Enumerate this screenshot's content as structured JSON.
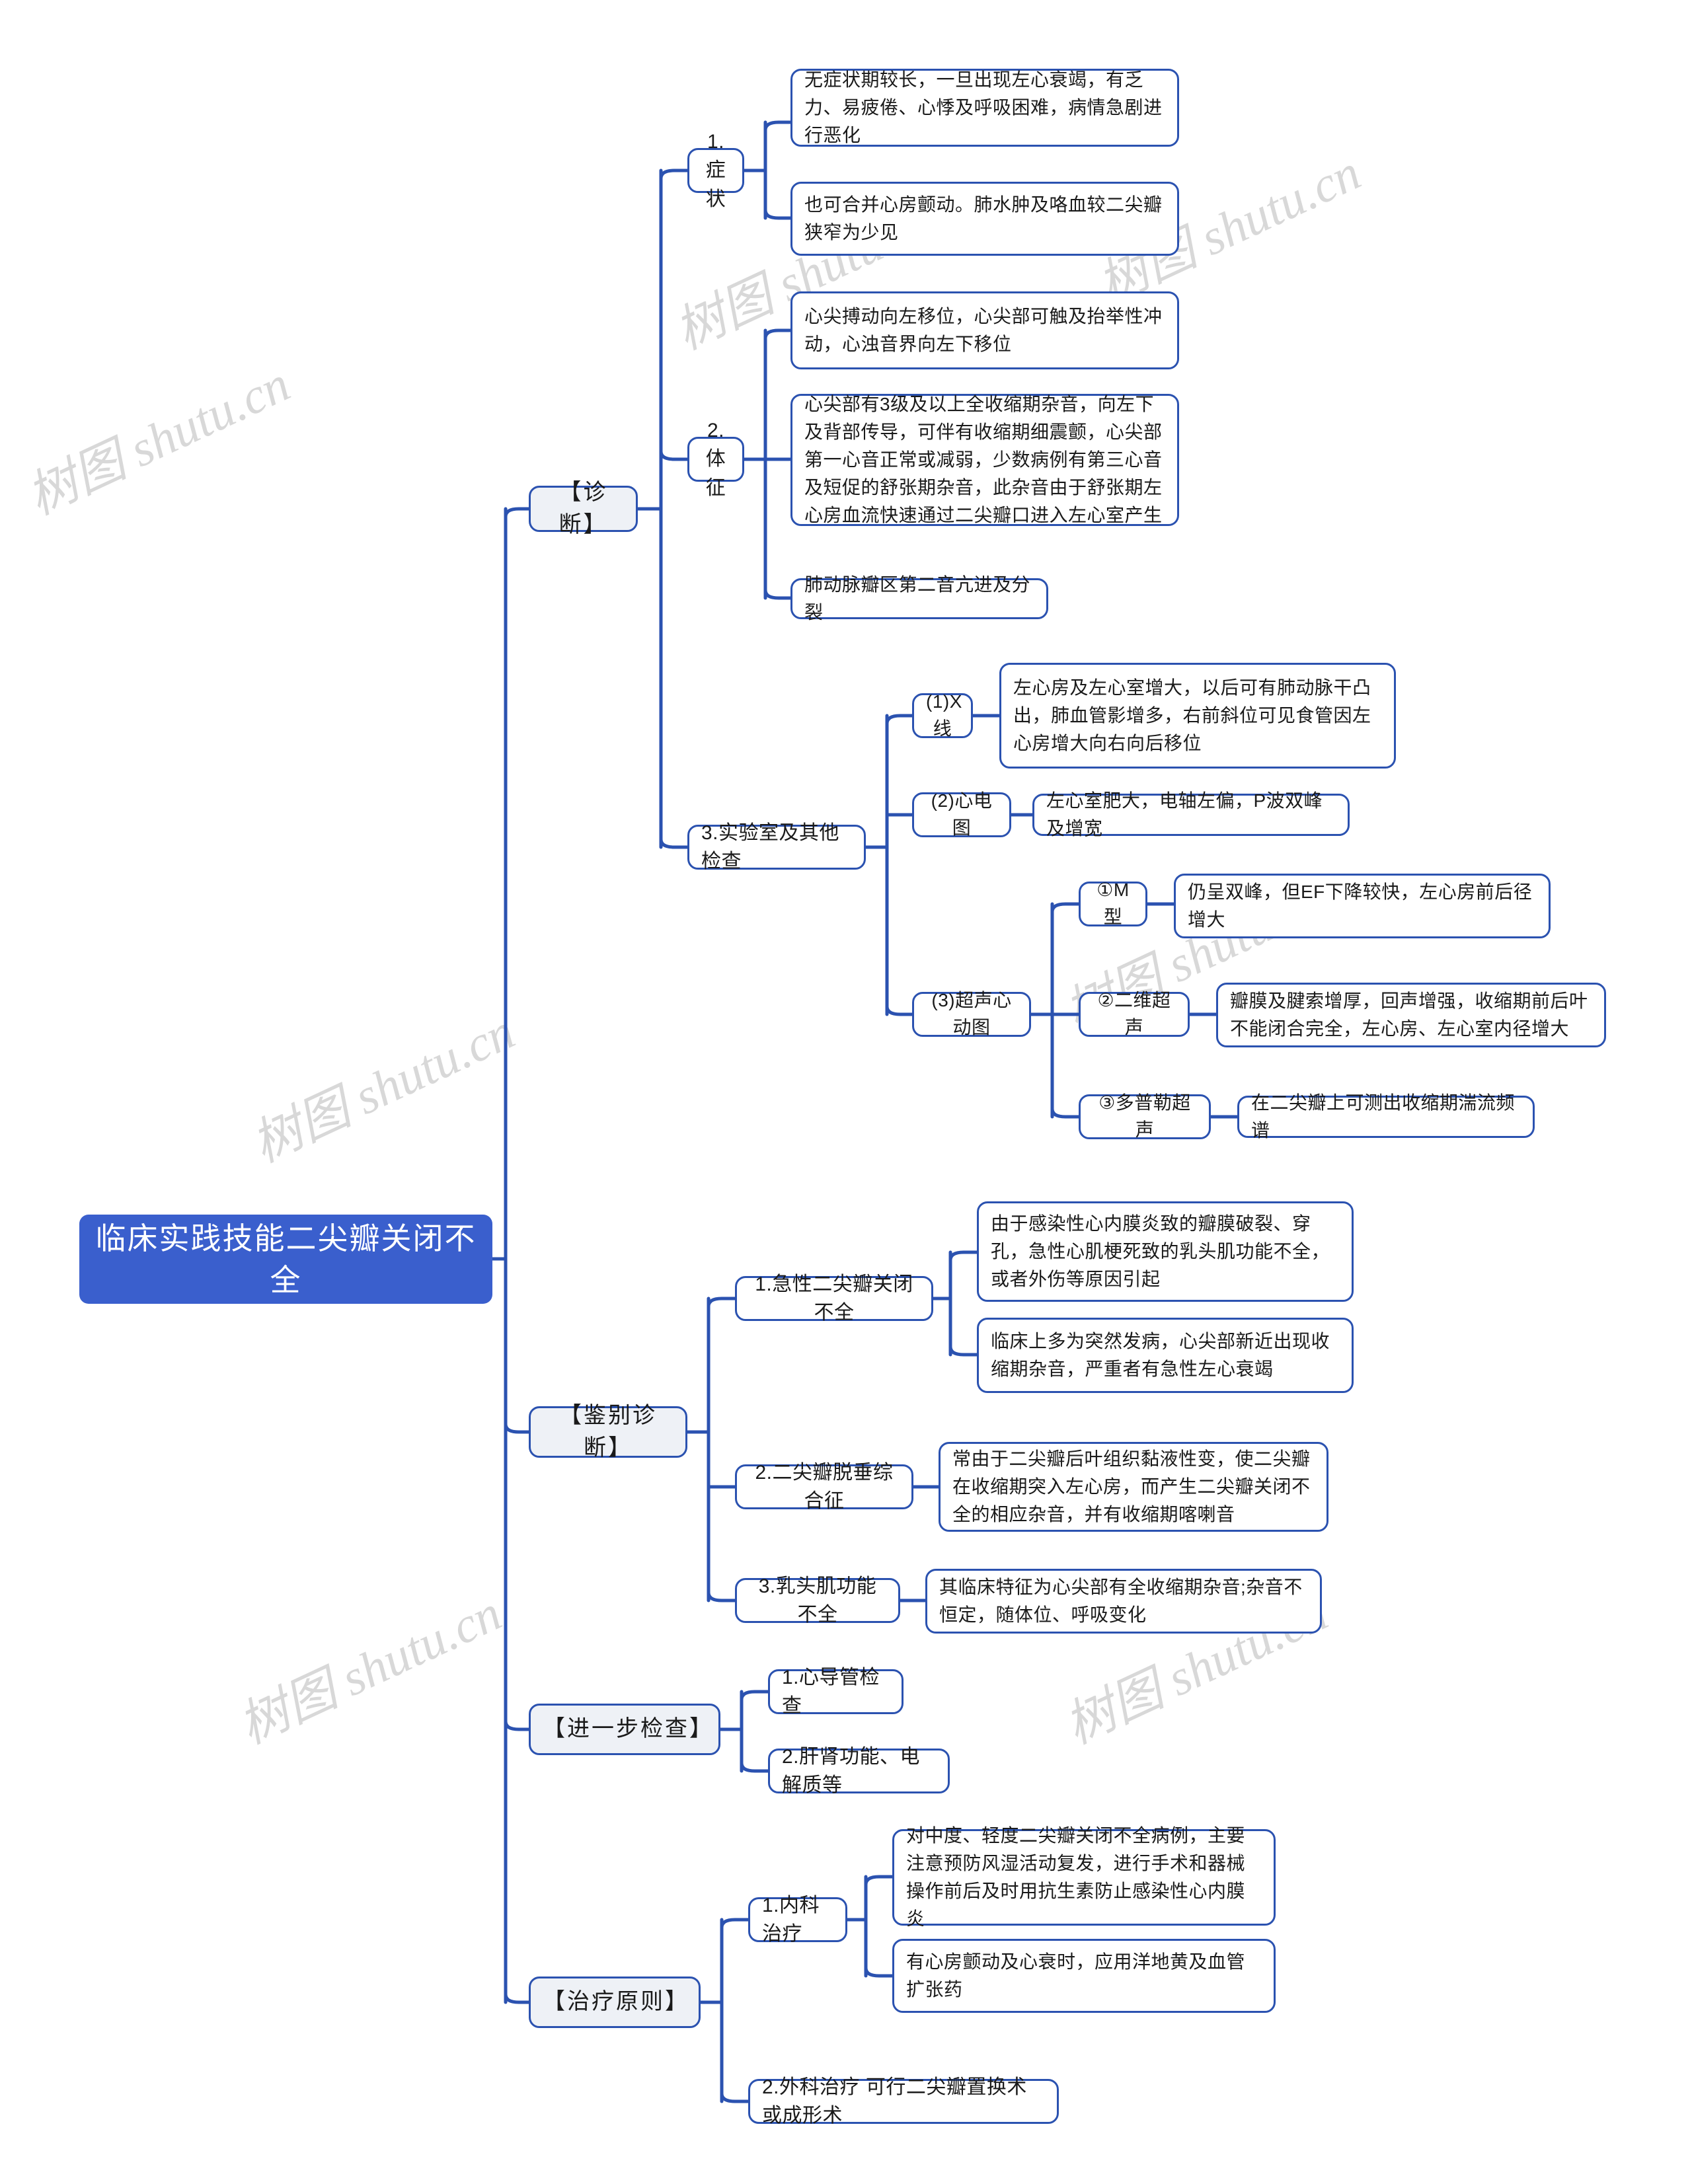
{
  "document": {
    "title": "临床实践技能二尖瓣关闭不全",
    "watermark": "树图 shutu.cn",
    "accent_color": "#2b52b0",
    "root_fill": "#3a5fcd",
    "branch_fill": "#eef1f6"
  },
  "root": {
    "label": "临床实践技能二尖瓣关闭不全"
  },
  "branches": {
    "diagnosis": {
      "label": "【诊断】",
      "children": {
        "symptoms": {
          "label": "1.症状",
          "items": [
            "无症状期较长，一旦出现左心衰竭，有乏力、易疲倦、心悸及呼吸困难，病情急剧进行恶化",
            "也可合并心房颤动。肺水肿及咯血较二尖瓣狭窄为少见"
          ]
        },
        "signs": {
          "label": "2.体征",
          "items": [
            "心尖搏动向左移位，心尖部可触及抬举性冲动，心浊音界向左下移位",
            "心尖部有3级及以上全收缩期杂音，向左下及背部传导，可伴有收缩期细震颤，心尖部第一心音正常或减弱，少数病例有第三心音及短促的舒张期杂音，此杂音由于舒张期左心房血流快速通过二尖瓣口进入左心室产生",
            "肺动脉瓣区第二音亢进及分裂"
          ]
        },
        "lab": {
          "label": "3.实验室及其他检查",
          "items": [
            {
              "label": "(1)X线",
              "items": [
                "左心房及左心室增大，以后可有肺动脉干凸出，肺血管影增多，右前斜位可见食管因左心房增大向右向后移位"
              ]
            },
            {
              "label": "(2)心电图",
              "items": [
                "左心室肥大，电轴左偏，P波双峰及增宽"
              ]
            },
            {
              "label": "(3)超声心动图",
              "items": [
                {
                  "label": "①M型",
                  "text": "仍呈双峰，但EF下降较快，左心房前后径增大"
                },
                {
                  "label": "②二维超声",
                  "text": "瓣膜及腱索增厚，回声增强，收缩期前后叶不能闭合完全，左心房、左心室内径增大"
                },
                {
                  "label": "③多普勒超声",
                  "text": "在二尖瓣上可测出收缩期湍流频谱"
                }
              ]
            }
          ]
        }
      }
    },
    "differential": {
      "label": "【鉴别诊断】",
      "children": [
        {
          "label": "1.急性二尖瓣关闭不全",
          "items": [
            "由于感染性心内膜炎致的瓣膜破裂、穿孔，急性心肌梗死致的乳头肌功能不全，或者外伤等原因引起",
            "临床上多为突然发病，心尖部新近出现收缩期杂音，严重者有急性左心衰竭"
          ]
        },
        {
          "label": "2.二尖瓣脱垂综合征",
          "items": [
            "常由于二尖瓣后叶组织黏液性变，使二尖瓣在收缩期突入左心房，而产生二尖瓣关闭不全的相应杂音，并有收缩期喀喇音"
          ]
        },
        {
          "label": "3.乳头肌功能不全",
          "items": [
            "其临床特征为心尖部有全收缩期杂音;杂音不恒定，随体位、呼吸变化"
          ]
        }
      ]
    },
    "further_exam": {
      "label": "【进一步检查】",
      "children": [
        {
          "label": "1.心导管检查"
        },
        {
          "label": "2.肝肾功能、电解质等"
        }
      ]
    },
    "treatment": {
      "label": "【治疗原则】",
      "children": [
        {
          "label": "1.内科治疗",
          "items": [
            "对中度、轻度二尖瓣关闭不全病例，主要注意预防风湿活动复发，进行手术和器械操作前后及时用抗生素防止感染性心内膜炎",
            "有心房颤动及心衰时，应用洋地黄及血管扩张药"
          ]
        },
        {
          "label": "2.外科治疗 可行二尖瓣置换术或成形术"
        }
      ]
    }
  }
}
